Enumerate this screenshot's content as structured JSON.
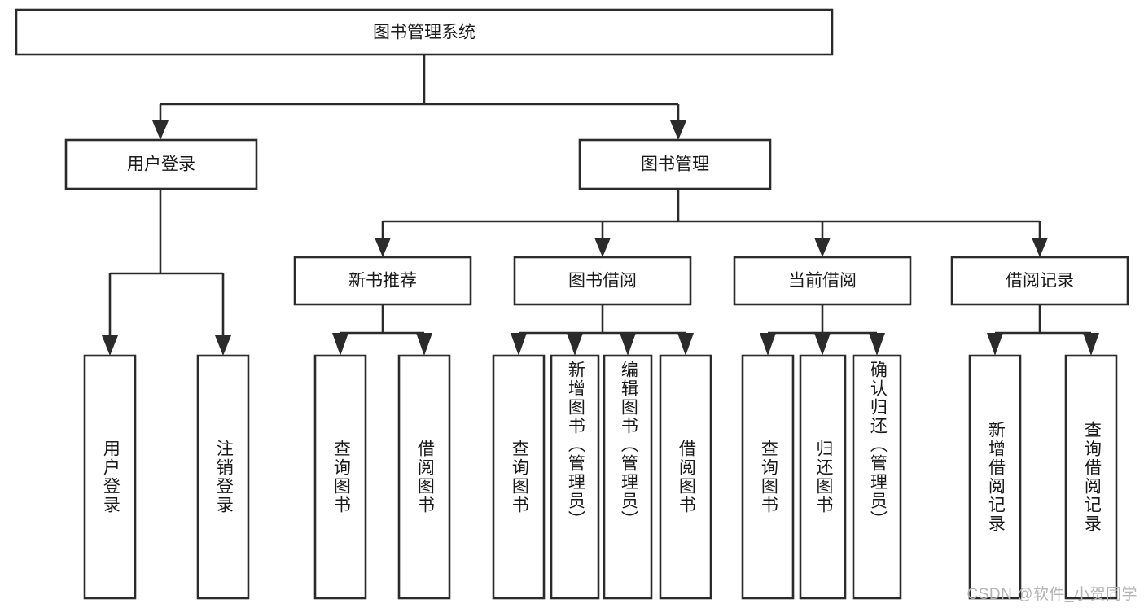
{
  "diagram": {
    "type": "tree",
    "title": "图书管理系统",
    "root": {
      "id": "root",
      "label": "图书管理系统"
    },
    "level2": [
      {
        "id": "user-login",
        "label": "用户登录"
      },
      {
        "id": "book-management",
        "label": "图书管理"
      }
    ],
    "level3": [
      {
        "id": "new-book-recommend",
        "label": "新书推荐",
        "parent": "book-management"
      },
      {
        "id": "book-borrow",
        "label": "图书借阅",
        "parent": "book-management"
      },
      {
        "id": "current-borrow",
        "label": "当前借阅",
        "parent": "book-management"
      },
      {
        "id": "borrow-record",
        "label": "借阅记录",
        "parent": "book-management"
      }
    ],
    "leaves": [
      {
        "id": "leaf-user-login",
        "label": "用户登录",
        "parent": "user-login"
      },
      {
        "id": "leaf-user-logout",
        "label": "注销登录",
        "parent": "user-login"
      },
      {
        "id": "leaf-query-book-1",
        "label": "查询图书",
        "parent": "new-book-recommend"
      },
      {
        "id": "leaf-borrow-book-1",
        "label": "借阅图书",
        "parent": "new-book-recommend"
      },
      {
        "id": "leaf-query-book-2",
        "label": "查询图书",
        "parent": "book-borrow"
      },
      {
        "id": "leaf-add-book",
        "label": "新增图书（管理员）",
        "parent": "book-borrow"
      },
      {
        "id": "leaf-edit-book",
        "label": "编辑图书（管理员）",
        "parent": "book-borrow"
      },
      {
        "id": "leaf-borrow-book-2",
        "label": "借阅图书",
        "parent": "book-borrow"
      },
      {
        "id": "leaf-query-book-3",
        "label": "查询图书",
        "parent": "current-borrow"
      },
      {
        "id": "leaf-return-book",
        "label": "归还图书",
        "parent": "current-borrow"
      },
      {
        "id": "leaf-confirm-return",
        "label": "确认归还（管理员）",
        "parent": "current-borrow"
      },
      {
        "id": "leaf-add-record",
        "label": "新增借阅记录",
        "parent": "borrow-record"
      },
      {
        "id": "leaf-query-record",
        "label": "查询借阅记录",
        "parent": "borrow-record"
      }
    ]
  },
  "watermark": {
    "text": "CSDN @软件_小贺同学"
  },
  "colors": {
    "stroke": "#2b2b2b",
    "box_fill": "#ffffff",
    "text": "#1a1a1a",
    "watermark": "#b4b4b4",
    "background": "#ffffff"
  }
}
